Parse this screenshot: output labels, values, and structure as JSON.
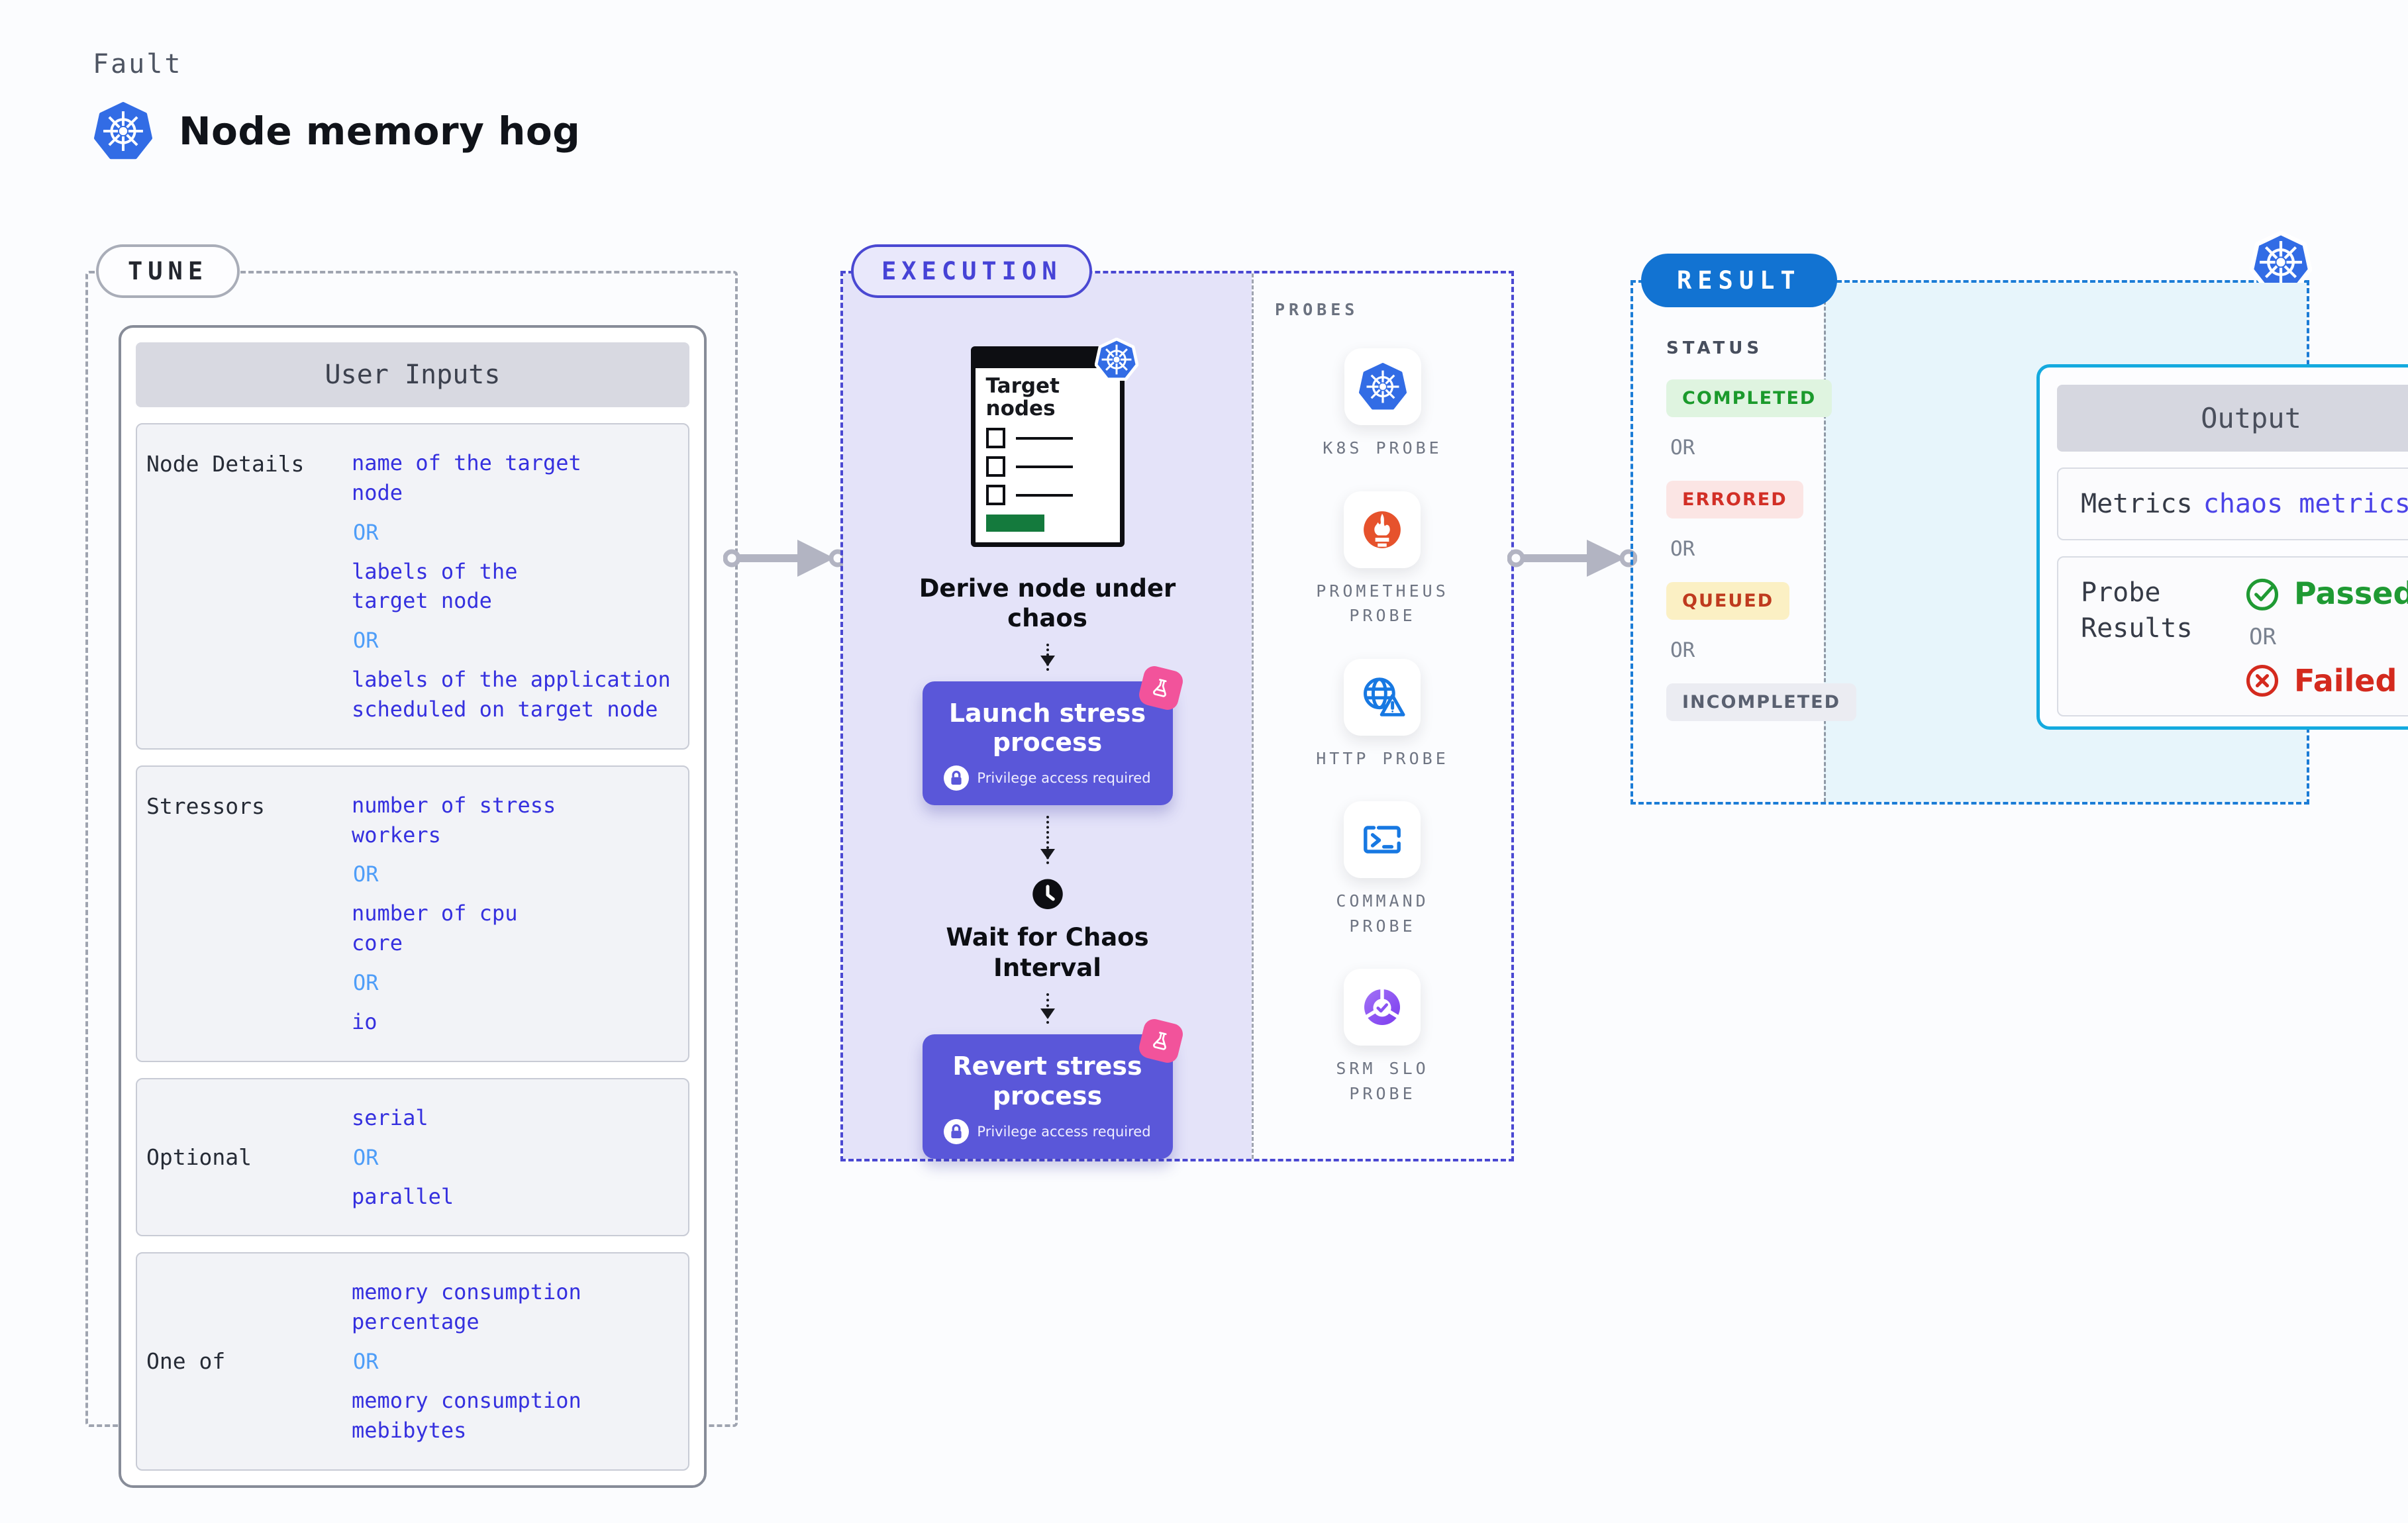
{
  "header": {
    "eyebrow": "Fault",
    "title": "Node memory hog"
  },
  "tune": {
    "badge": "TUNE",
    "card_title": "User Inputs",
    "or": "OR",
    "rows": [
      {
        "label": "Node Details",
        "values": [
          "name of the target\nnode",
          "labels of the\ntarget node",
          "labels of the application\n scheduled on target node"
        ]
      },
      {
        "label": "Stressors",
        "values": [
          "number of stress\nworkers",
          "number of cpu\ncore",
          "io"
        ]
      },
      {
        "label": "Optional",
        "values": [
          "serial",
          "parallel"
        ]
      },
      {
        "label": "One of",
        "values": [
          "memory consumption\npercentage",
          "memory consumption\nmebibytes"
        ]
      }
    ]
  },
  "execution": {
    "badge": "EXECUTION",
    "target_window_title": "Target nodes",
    "derive_caption": "Derive node under chaos",
    "launch_button": "Launch stress process",
    "privilege_note": "Privilege access required",
    "wait_caption": "Wait for Chaos Interval",
    "revert_button": "Revert stress process",
    "probes_title": "PROBES",
    "probes": [
      {
        "label": "K8S PROBE",
        "icon": "kubernetes-icon"
      },
      {
        "label": "PROMETHEUS\nPROBE",
        "icon": "prometheus-icon"
      },
      {
        "label": "HTTP PROBE",
        "icon": "globe-alert-icon"
      },
      {
        "label": "COMMAND\nPROBE",
        "icon": "terminal-icon"
      },
      {
        "label": "SRM SLO\nPROBE",
        "icon": "slo-gauge-check-icon"
      }
    ]
  },
  "result": {
    "badge": "RESULT",
    "status_title": "STATUS",
    "or": "OR",
    "statuses": [
      {
        "label": "COMPLETED",
        "text_color": "#1B9A2C",
        "bg": "#DFF4E0"
      },
      {
        "label": "ERRORED",
        "text_color": "#D22F26",
        "bg": "#FBE5E4"
      },
      {
        "label": "QUEUED",
        "text_color": "#BF3A1E",
        "bg": "#FBF0C4"
      },
      {
        "label": "INCOMPLETED",
        "text_color": "#596070",
        "bg": "#EBECF2"
      }
    ],
    "output": {
      "title": "Output",
      "metrics_label": "Metrics",
      "metrics_value": "chaos metrics",
      "probe_results_label": "Probe Results",
      "passed": "Passed",
      "failed": "Failed"
    }
  },
  "colors": {
    "page_bg": "#FBFCFE",
    "kubernetes_blue": "#326CE5",
    "execution_fill": "#E4E3F9",
    "execution_border": "#4A48D2",
    "process_button": "#5A57D9",
    "flask_badge_pink": "#F2539B",
    "result_badge_blue": "#1273D2",
    "result_border": "#1B7CD6",
    "result_fill": "#E7F5FB",
    "output_border": "#14AADF",
    "prometheus_orange": "#E6522C",
    "http_blue": "#1778E2",
    "passed_green": "#1F9A33",
    "failed_red": "#D42A1E",
    "value_blue": "#3530DF",
    "or_blue": "#4E9DF8"
  }
}
